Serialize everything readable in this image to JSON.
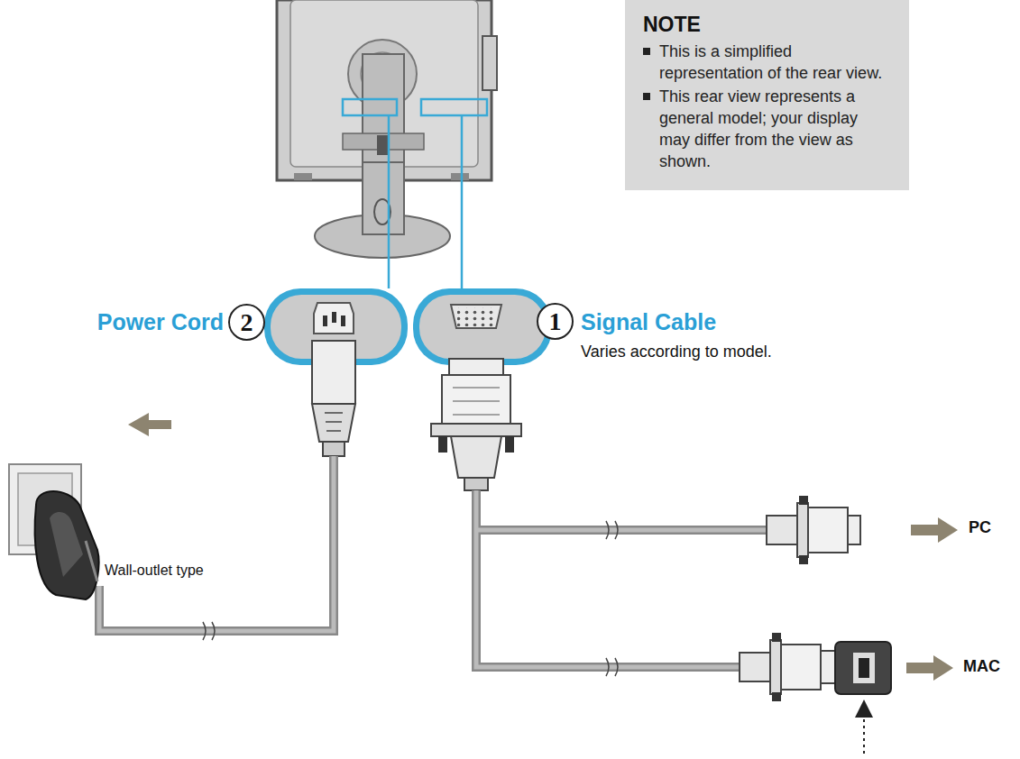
{
  "diagram": {
    "nodes": [
      {
        "text": [
          "NOTE",
          "This is a simplified representation of the rear view.",
          "This rear view represents a general model; your display may differ from the view as shown."
        ]
      },
      {
        "text": [
          "2"
        ]
      },
      {
        "text": [
          "1"
        ]
      }
    ],
    "labels": [
      "Power Cord",
      "Signal Cable",
      "Varies according to model.",
      "Wall-outlet type",
      "PC",
      "MAC"
    ]
  }
}
